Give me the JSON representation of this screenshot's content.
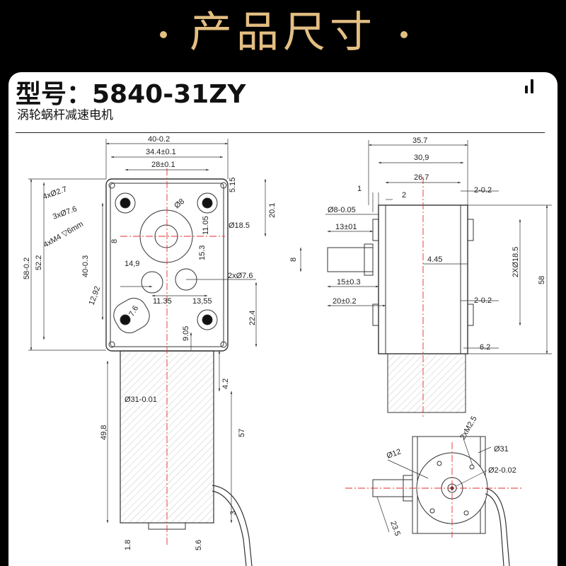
{
  "header": {
    "title": "产品尺寸"
  },
  "card": {
    "model": "型号：5840-31ZY",
    "subtitle": "涡轮蜗杆减速电机"
  },
  "colors": {
    "background": "#000000",
    "accent_gold": "#e3be83",
    "centerline": "#e0302f",
    "line": "#333333"
  },
  "front_view": {
    "dims": {
      "w_total": "40-0.2",
      "w_holes": "34.4±0.1",
      "w_inner": "28±0.1",
      "mount_holes": "4xØ2.7",
      "bosses": "3xØ7.6",
      "thread": "4xM4 ▽6mm",
      "shaft_dia": "Ø8",
      "h_total": "58-0.2",
      "h_52": "52.2",
      "h_40": "40-0.3",
      "d_8": "8",
      "d_5_15": "5.15",
      "d_20_1": "20.1",
      "d_11_05": "11.05",
      "boss_dia": "Ø18.5",
      "d_15_3": "15.3",
      "d_14_9": "14,9",
      "holes_2": "2xØ7.6",
      "d_12_92": "12,92",
      "d_7_6": "7.6",
      "d_11_35": "11.35",
      "d_13_55": "13,55",
      "d_22_4": "22.4",
      "d_9_05": "9.05",
      "d_4_2": "4.2",
      "motor_dia": "Ø31-0.01",
      "d_49_8": "49,8",
      "d_57": "57",
      "d_3": "3",
      "d_1_8": "1.8",
      "d_5_6": "5.6"
    }
  },
  "side_view": {
    "dims": {
      "d_35_7": "35.7",
      "d_30_9": "30,9",
      "d_26_7": "26.7",
      "d_1": "1",
      "d_2": "2",
      "d_2_0_2a": "2-0.2",
      "shaft": "Ø8-0.05",
      "d_13": "13±01",
      "d_8": "8",
      "d_4_45": "4.45",
      "d_2x18_5": "2XØ18.5",
      "d_58": "58",
      "d_15": "15±0.3",
      "d_2_0_2b": "2-0.2",
      "d_20": "20±0.2",
      "d_6_2": "6.2"
    }
  },
  "end_view": {
    "dims": {
      "d_2xm2_5": "2xM2.5",
      "d_31": "Ø31",
      "d_12": "Ø12",
      "d_2": "Ø2-0.02",
      "d_23_5": "23.5"
    }
  }
}
